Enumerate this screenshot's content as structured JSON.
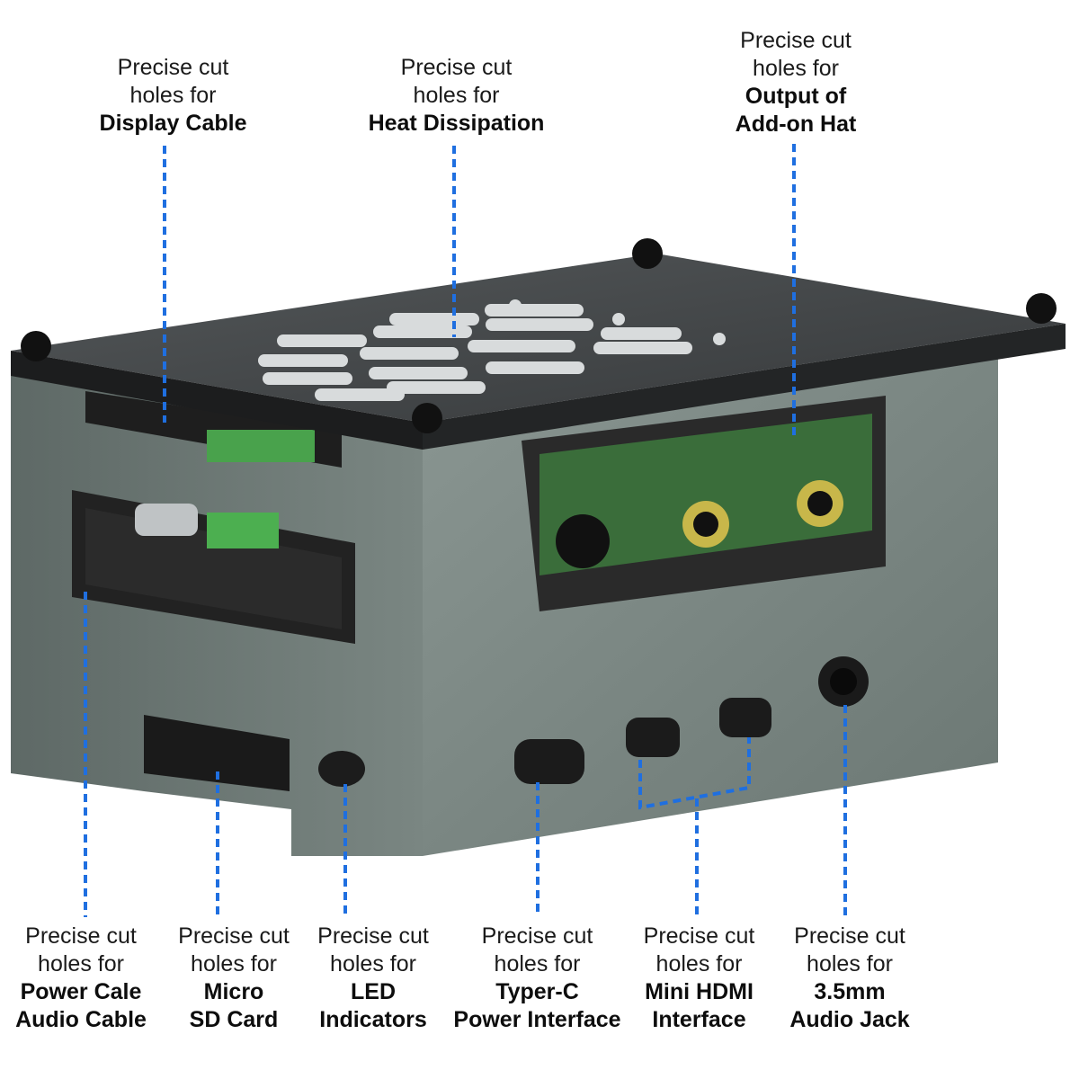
{
  "callouts": {
    "display_cable": {
      "line1": "Precise cut",
      "line2": "holes for",
      "bold1": "Display Cable"
    },
    "heat_dissipation": {
      "line1": "Precise cut",
      "line2": "holes for",
      "bold1": "Heat Dissipation"
    },
    "addon_hat": {
      "line1": "Precise cut",
      "line2": "holes for",
      "bold1": "Output of",
      "bold2": "Add-on Hat"
    },
    "power_audio": {
      "line1": "Precise cut",
      "line2": "holes for",
      "bold1": "Power Cale",
      "bold2": "Audio Cable"
    },
    "micro_sd": {
      "line1": "Precise cut",
      "line2": "holes for",
      "bold1": "Micro",
      "bold2": "SD Card"
    },
    "led": {
      "line1": "Precise cut",
      "line2": "holes for",
      "bold1": "LED",
      "bold2": "Indicators"
    },
    "typec": {
      "line1": "Precise cut",
      "line2": "holes for",
      "bold1": "Typer-C",
      "bold2": "Power Interface"
    },
    "mini_hdmi": {
      "line1": "Precise cut",
      "line2": "holes for",
      "bold1": "Mini HDMI",
      "bold2": "Interface"
    },
    "audio_jack": {
      "line1": "Precise cut",
      "line2": "holes for",
      "bold1": "3.5mm",
      "bold2": "Audio Jack"
    }
  },
  "colors": {
    "leader_line": "#1f6fe0",
    "case_body": "#6f7b77",
    "top_panel": "#3a3d3f"
  }
}
